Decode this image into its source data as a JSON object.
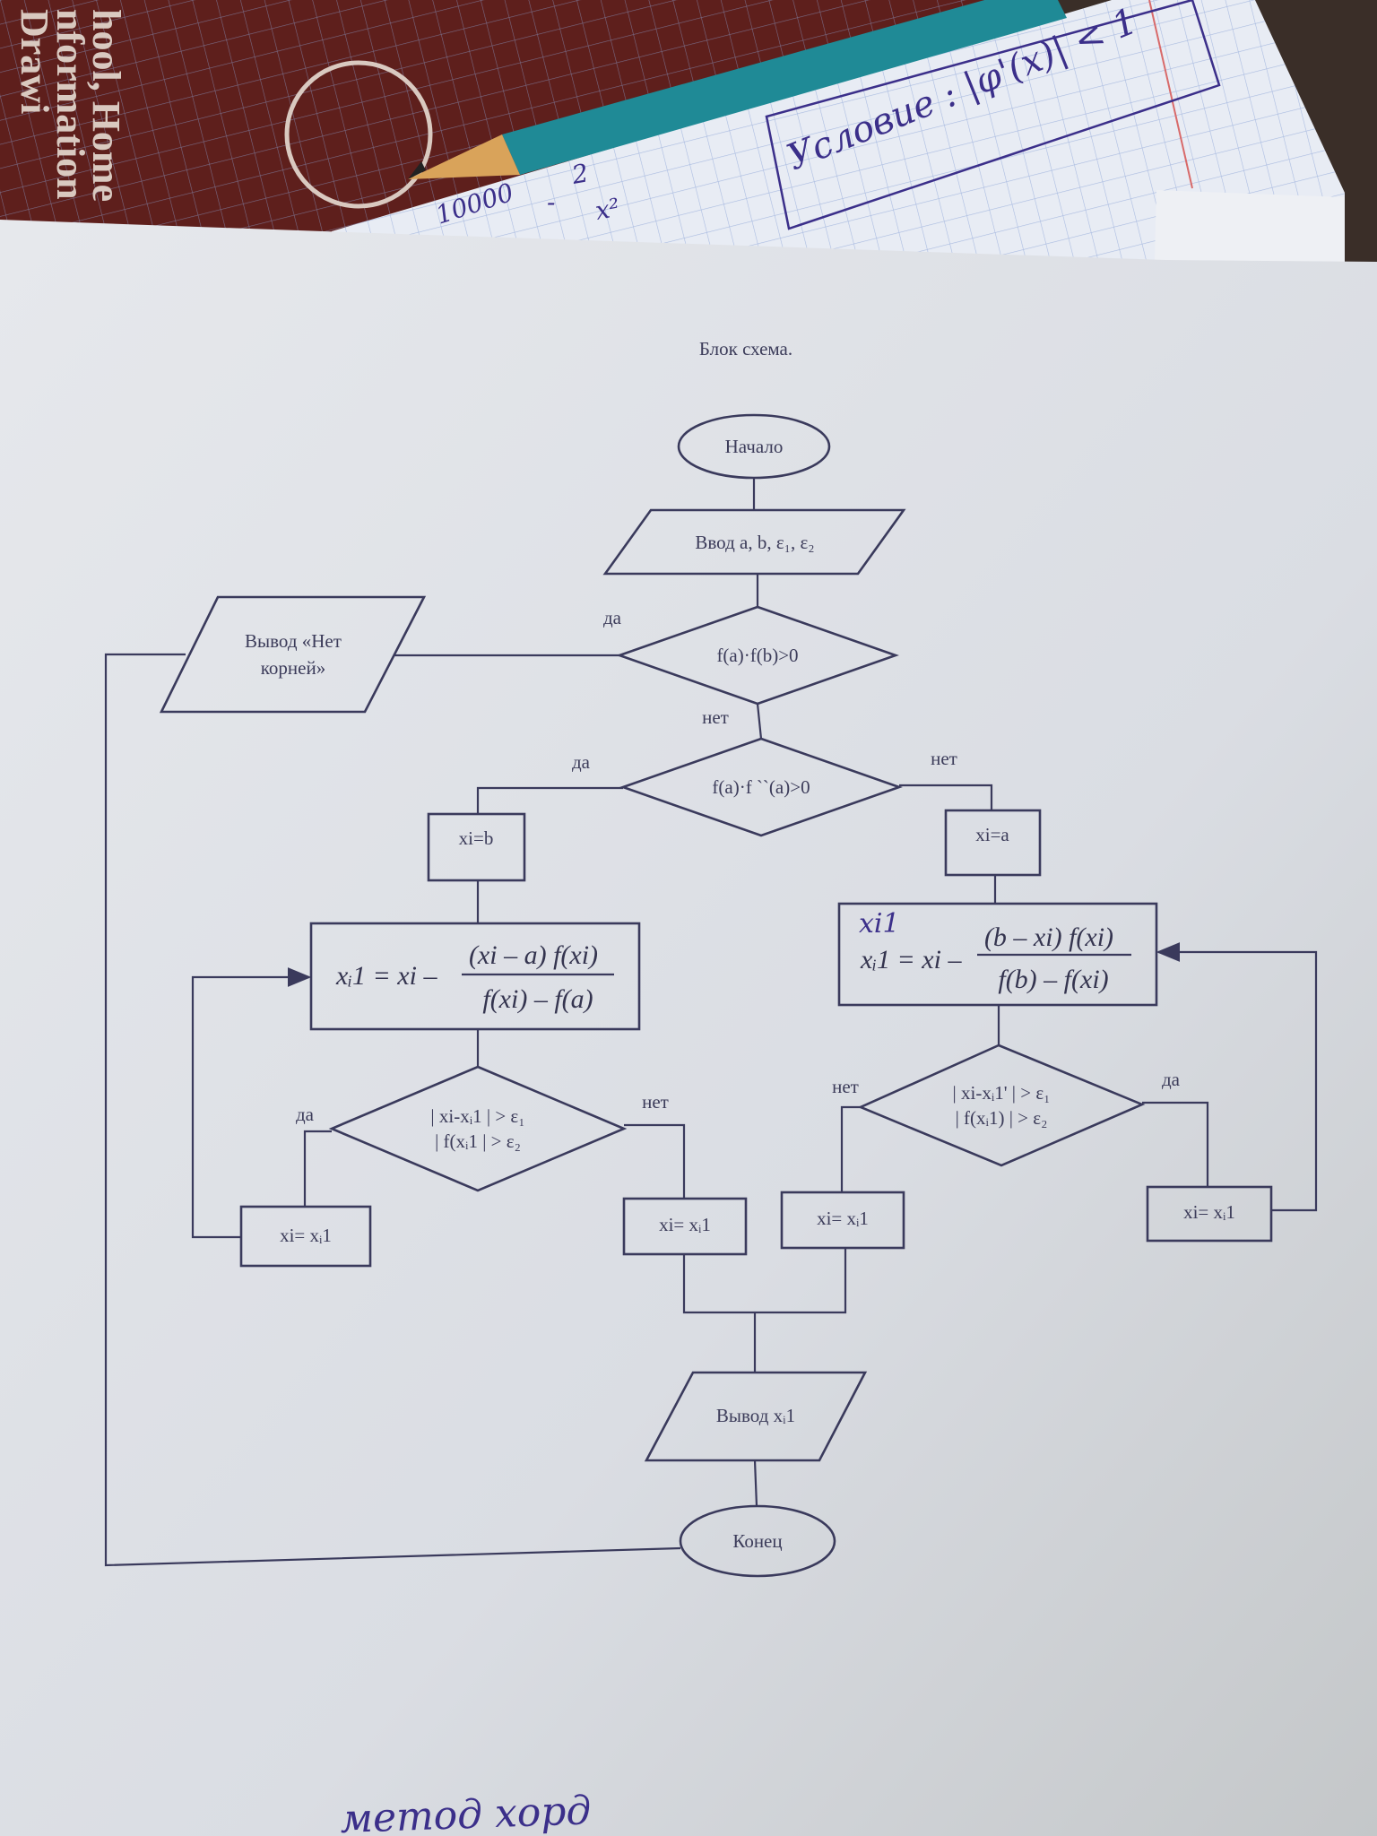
{
  "background": {
    "book_text": [
      "hool, Home",
      "nformation",
      "Drawi"
    ],
    "notebook_notes": {
      "fraction_numerator": "10000",
      "fraction_minus": "-",
      "fraction2_numerator": "2",
      "fraction2_denominator": "x²",
      "condition": "Условие : |φ'(x)| < 1"
    },
    "bottom_note": "метод хорд",
    "colors": {
      "paper": "#dde0e5",
      "ink": "#3a3a5c",
      "pen": "#3b2f8a",
      "book": "#5e1f1c"
    }
  },
  "diagram": {
    "title": "Блок схема.",
    "start": "Начало",
    "input": "Ввод a, b, ε₁, ε₂",
    "cond1": "f(a)·f(b)>0",
    "no_roots_output": [
      "Вывод «Нет",
      "корней»"
    ],
    "cond2": "f(a)·f ``(a)>0",
    "assign_b": "xi=b",
    "assign_a": "xi=a",
    "left_formula": {
      "lhs": "xᵢ1 = xi –",
      "numerator": "(xi – a) f(xi)",
      "denominator": "f(xi) – f(a)"
    },
    "right_formula": {
      "handwritten": "xi1",
      "lhs": "xᵢ1 = xi –",
      "numerator": "(b – xi) f(xi)",
      "denominator": "f(b) – f(xi)"
    },
    "left_check": [
      "| xi-xᵢ1 | > ε₁",
      "| f(xᵢ1 | > ε₂"
    ],
    "right_check": [
      "| xi-xᵢ1' | > ε₁",
      "| f(xᵢ1) | > ε₂"
    ],
    "assign_x": "xi= xᵢ1",
    "output": "Вывод xᵢ1",
    "end": "Конец",
    "yes": "да",
    "no": "нет"
  }
}
